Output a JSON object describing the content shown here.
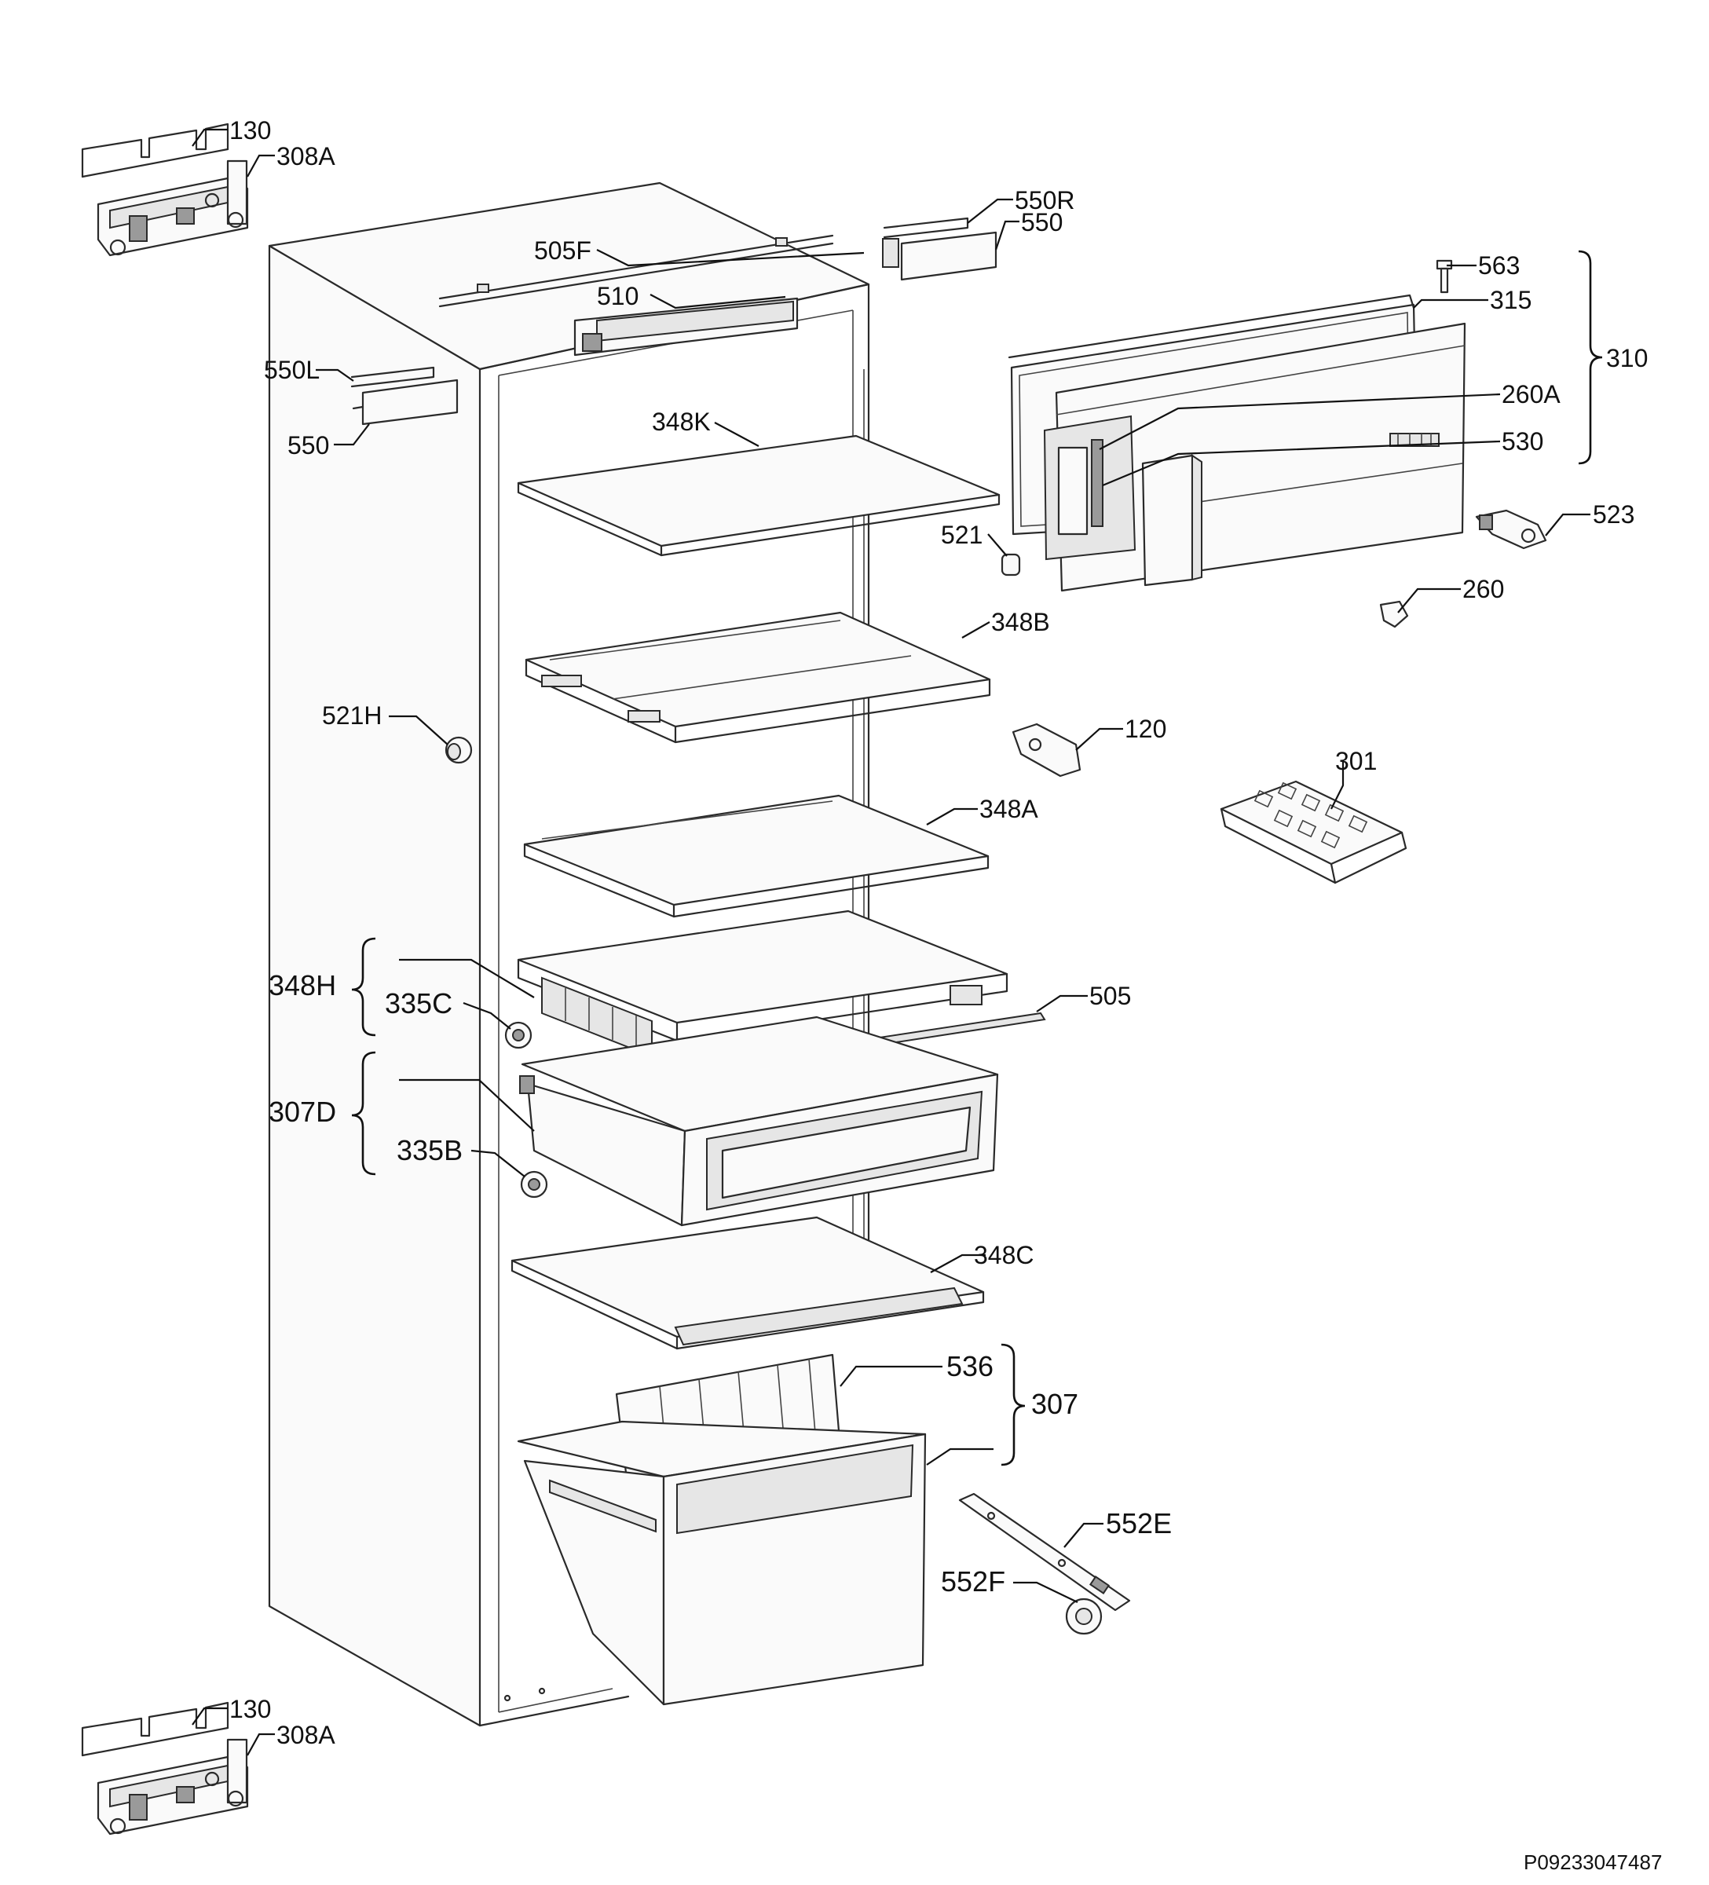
{
  "document_code": "P09233047487",
  "labels": {
    "l130_top": "130",
    "l308A_top": "308A",
    "l505F": "505F",
    "l510": "510",
    "l550R": "550R",
    "l550_right": "550",
    "l550L": "550L",
    "l550_left": "550",
    "l563": "563",
    "l315": "315",
    "l310": "310",
    "l260A": "260A",
    "l530": "530",
    "l523": "523",
    "l521": "521",
    "l260": "260",
    "l348K": "348K",
    "l348B": "348B",
    "l521H": "521H",
    "l120": "120",
    "l301": "301",
    "l348A": "348A",
    "l348H": "348H",
    "l335C": "335C",
    "l505": "505",
    "l307D": "307D",
    "l335B": "335B",
    "l348C": "348C",
    "l536": "536",
    "l307": "307",
    "l552E": "552E",
    "l552F": "552F",
    "l130_bottom": "130",
    "l308A_bottom": "308A"
  }
}
